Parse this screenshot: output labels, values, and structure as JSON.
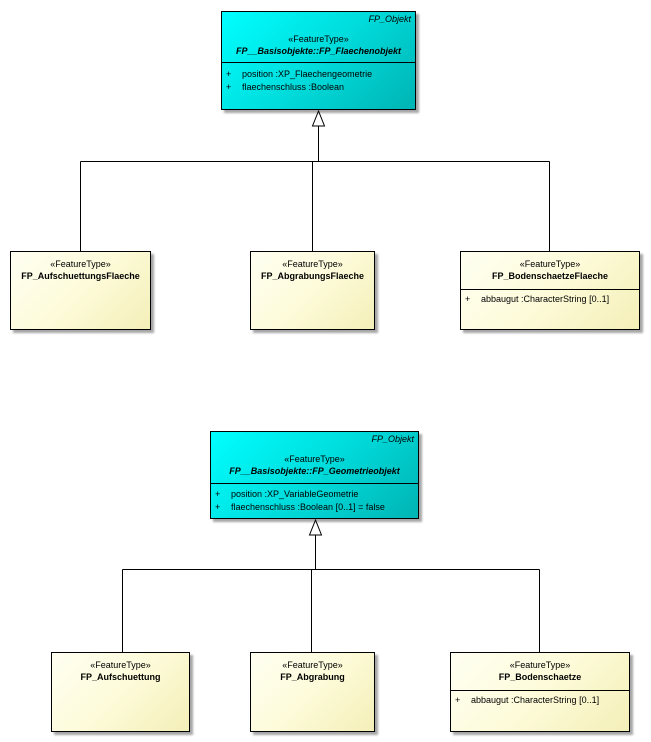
{
  "diagram1": {
    "parent": {
      "package": "FP_Objekt",
      "stereotype": "«FeatureType»",
      "name": "FP__Basisobjekte::FP_Flaechenobjekt",
      "attributes": [
        {
          "vis": "+",
          "text": "position   :XP_Flaechengeometrie"
        },
        {
          "vis": "+",
          "text": "flaechenschluss  :Boolean"
        }
      ]
    },
    "children": [
      {
        "stereotype": "«FeatureType»",
        "name": "FP_AufschuettungsFlaeche"
      },
      {
        "stereotype": "«FeatureType»",
        "name": "FP_AbgrabungsFlaeche"
      },
      {
        "stereotype": "«FeatureType»",
        "name": "FP_BodenschaetzeFlaeche",
        "attributes": [
          {
            "vis": "+",
            "text": "abbaugut  :CharacterString [0..1]"
          }
        ]
      }
    ]
  },
  "diagram2": {
    "parent": {
      "package": "FP_Objekt",
      "stereotype": "«FeatureType»",
      "name": "FP__Basisobjekte::FP_Geometrieobjekt",
      "attributes": [
        {
          "vis": "+",
          "text": "position   :XP_VariableGeometrie"
        },
        {
          "vis": "+",
          "text": "flaechenschluss  :Boolean [0..1] = false"
        }
      ]
    },
    "children": [
      {
        "stereotype": "«FeatureType»",
        "name": "FP_Aufschuettung"
      },
      {
        "stereotype": "«FeatureType»",
        "name": "FP_Abgrabung"
      },
      {
        "stereotype": "«FeatureType»",
        "name": "FP_Bodenschaetze",
        "attributes": [
          {
            "vis": "+",
            "text": "abbaugut  :CharacterString [0..1]"
          }
        ]
      }
    ]
  }
}
